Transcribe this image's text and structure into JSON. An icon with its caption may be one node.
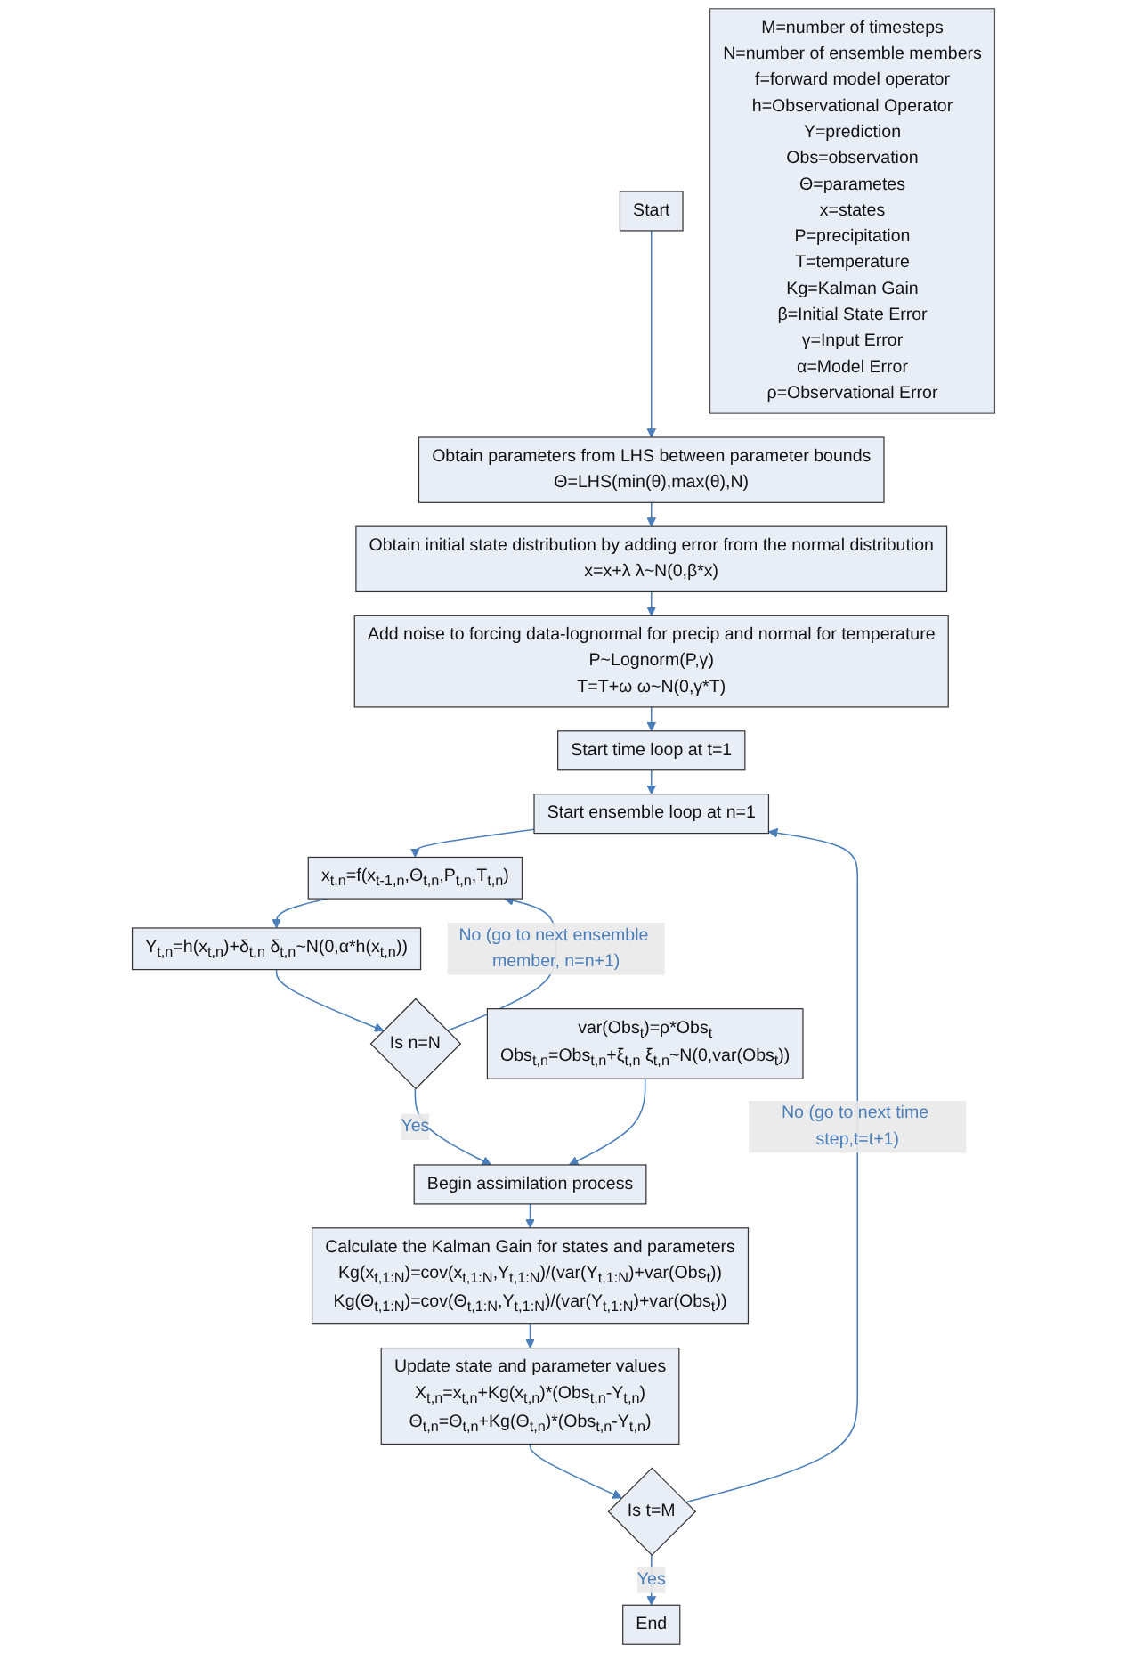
{
  "diagram": {
    "nodes": [
      {
        "text": [
          "Start"
        ]
      },
      {
        "text": [
          "Obtain parameters from LHS between parameter bounds",
          "Θ=LHS(min(θ),max(θ),N)"
        ]
      },
      {
        "text": [
          "Obtain initial state distribution by adding error from the normal distribution",
          "x=x+λ λ~N(0,β*x)"
        ]
      },
      {
        "text": [
          "Add noise to forcing data-lognormal for precip and normal for temperature",
          "P~Lognorm(P,γ)",
          "T=T+ω ω~N(0,γ*T)"
        ]
      },
      {
        "text": [
          "Start time loop at t=1"
        ]
      },
      {
        "text": [
          "Start ensemble loop at n=1"
        ]
      },
      {
        "text": [
          "x$_{t,n}$=f(x$_{t-1,n}$,Θ$_{t,n}$,P$_{t,n}$,T$_{t,n}$)"
        ]
      },
      {
        "text": [
          "Y$_{t,n}$=h(x$_{t,n}$)+δ$_{t,n}$ δ$_{t,n}$~N(0,α*h(x$_{t,n}$))"
        ]
      },
      {
        "text": [
          "Is n=N"
        ]
      },
      {
        "text": [
          "Begin assimilation process"
        ]
      },
      {
        "text": [
          "var(Obs$_{t}$)=ρ*Obs$_{t}$",
          "Obs$_{t,n}$=Obs$_{t,n}$+ξ$_{t,n}$ ξ$_{t,n}$~N(0,var(Obs$_{t}$))"
        ]
      },
      {
        "text": [
          "Calculate the Kalman Gain for states and parameters",
          "Kg(x$_{t,1:N}$)=cov(x$_{t,1:N}$,Y$_{t,1:N}$)/(var(Y$_{t,1:N}$)+var(Obs$_{t}$))",
          "Kg(Θ$_{t,1:N}$)=cov(Θ$_{t,1:N}$,Y$_{t,1:N}$)/(var(Y$_{t,1:N}$)+var(Obs$_{t}$))"
        ]
      },
      {
        "text": [
          "Update state and parameter values",
          "X$_{t,n}$=x$_{t,n}$+Kg(x$_{t,n}$)*(Obs$_{t,n}$-Y$_{t,n}$)",
          "Θ$_{t,n}$=Θ$_{t,n}$+Kg(Θ$_{t,n}$)*(Obs$_{t,n}$-Y$_{t,n}$)"
        ]
      },
      {
        "text": [
          "Is t=M"
        ]
      },
      {
        "text": [
          "End"
        ]
      },
      {
        "text": [
          "M=number of timesteps",
          "N=number of ensemble members",
          "f=forward model operator",
          "h=Observational Operator",
          "Y=prediction",
          "Obs=observation",
          "Θ=parametes",
          "x=states",
          "P=precipitation",
          "T=temperature",
          "Kg=Kalman Gain",
          "β=Initial State Error",
          "γ=Input Error",
          "α=Model Error",
          "ρ=Observational Error"
        ]
      }
    ],
    "edges": [
      {
        "from": 0,
        "to": 1,
        "arrow": "to"
      },
      {
        "from": 1,
        "to": 2,
        "arrow": "to"
      },
      {
        "from": 2,
        "to": 3,
        "arrow": "to"
      },
      {
        "from": 3,
        "to": 4,
        "arrow": "to"
      },
      {
        "from": 4,
        "to": 5,
        "arrow": "to"
      },
      {
        "from": 5,
        "to": 6,
        "arrow": "to"
      },
      {
        "from": 6,
        "to": 7,
        "arrow": "to"
      },
      {
        "from": 7,
        "to": 8,
        "arrow": "to"
      },
      {
        "from": 8,
        "to": 6,
        "arrow": "to",
        "label": "No (go to next ensemble member, n=n+1)"
      },
      {
        "from": 8,
        "to": 9,
        "arrow": "to",
        "label": "Yes"
      },
      {
        "from": 10,
        "to": 9,
        "arrow": "to"
      },
      {
        "from": 9,
        "to": 11,
        "arrow": "to"
      },
      {
        "from": 11,
        "to": 12,
        "arrow": "to"
      },
      {
        "from": 12,
        "to": 13,
        "arrow": "to"
      },
      {
        "from": 13,
        "to": 5,
        "arrow": "to",
        "label": "No (go to next time step,t=t+1)"
      },
      {
        "from": 13,
        "to": 14,
        "arrow": "to",
        "label": "Yes"
      }
    ]
  }
}
